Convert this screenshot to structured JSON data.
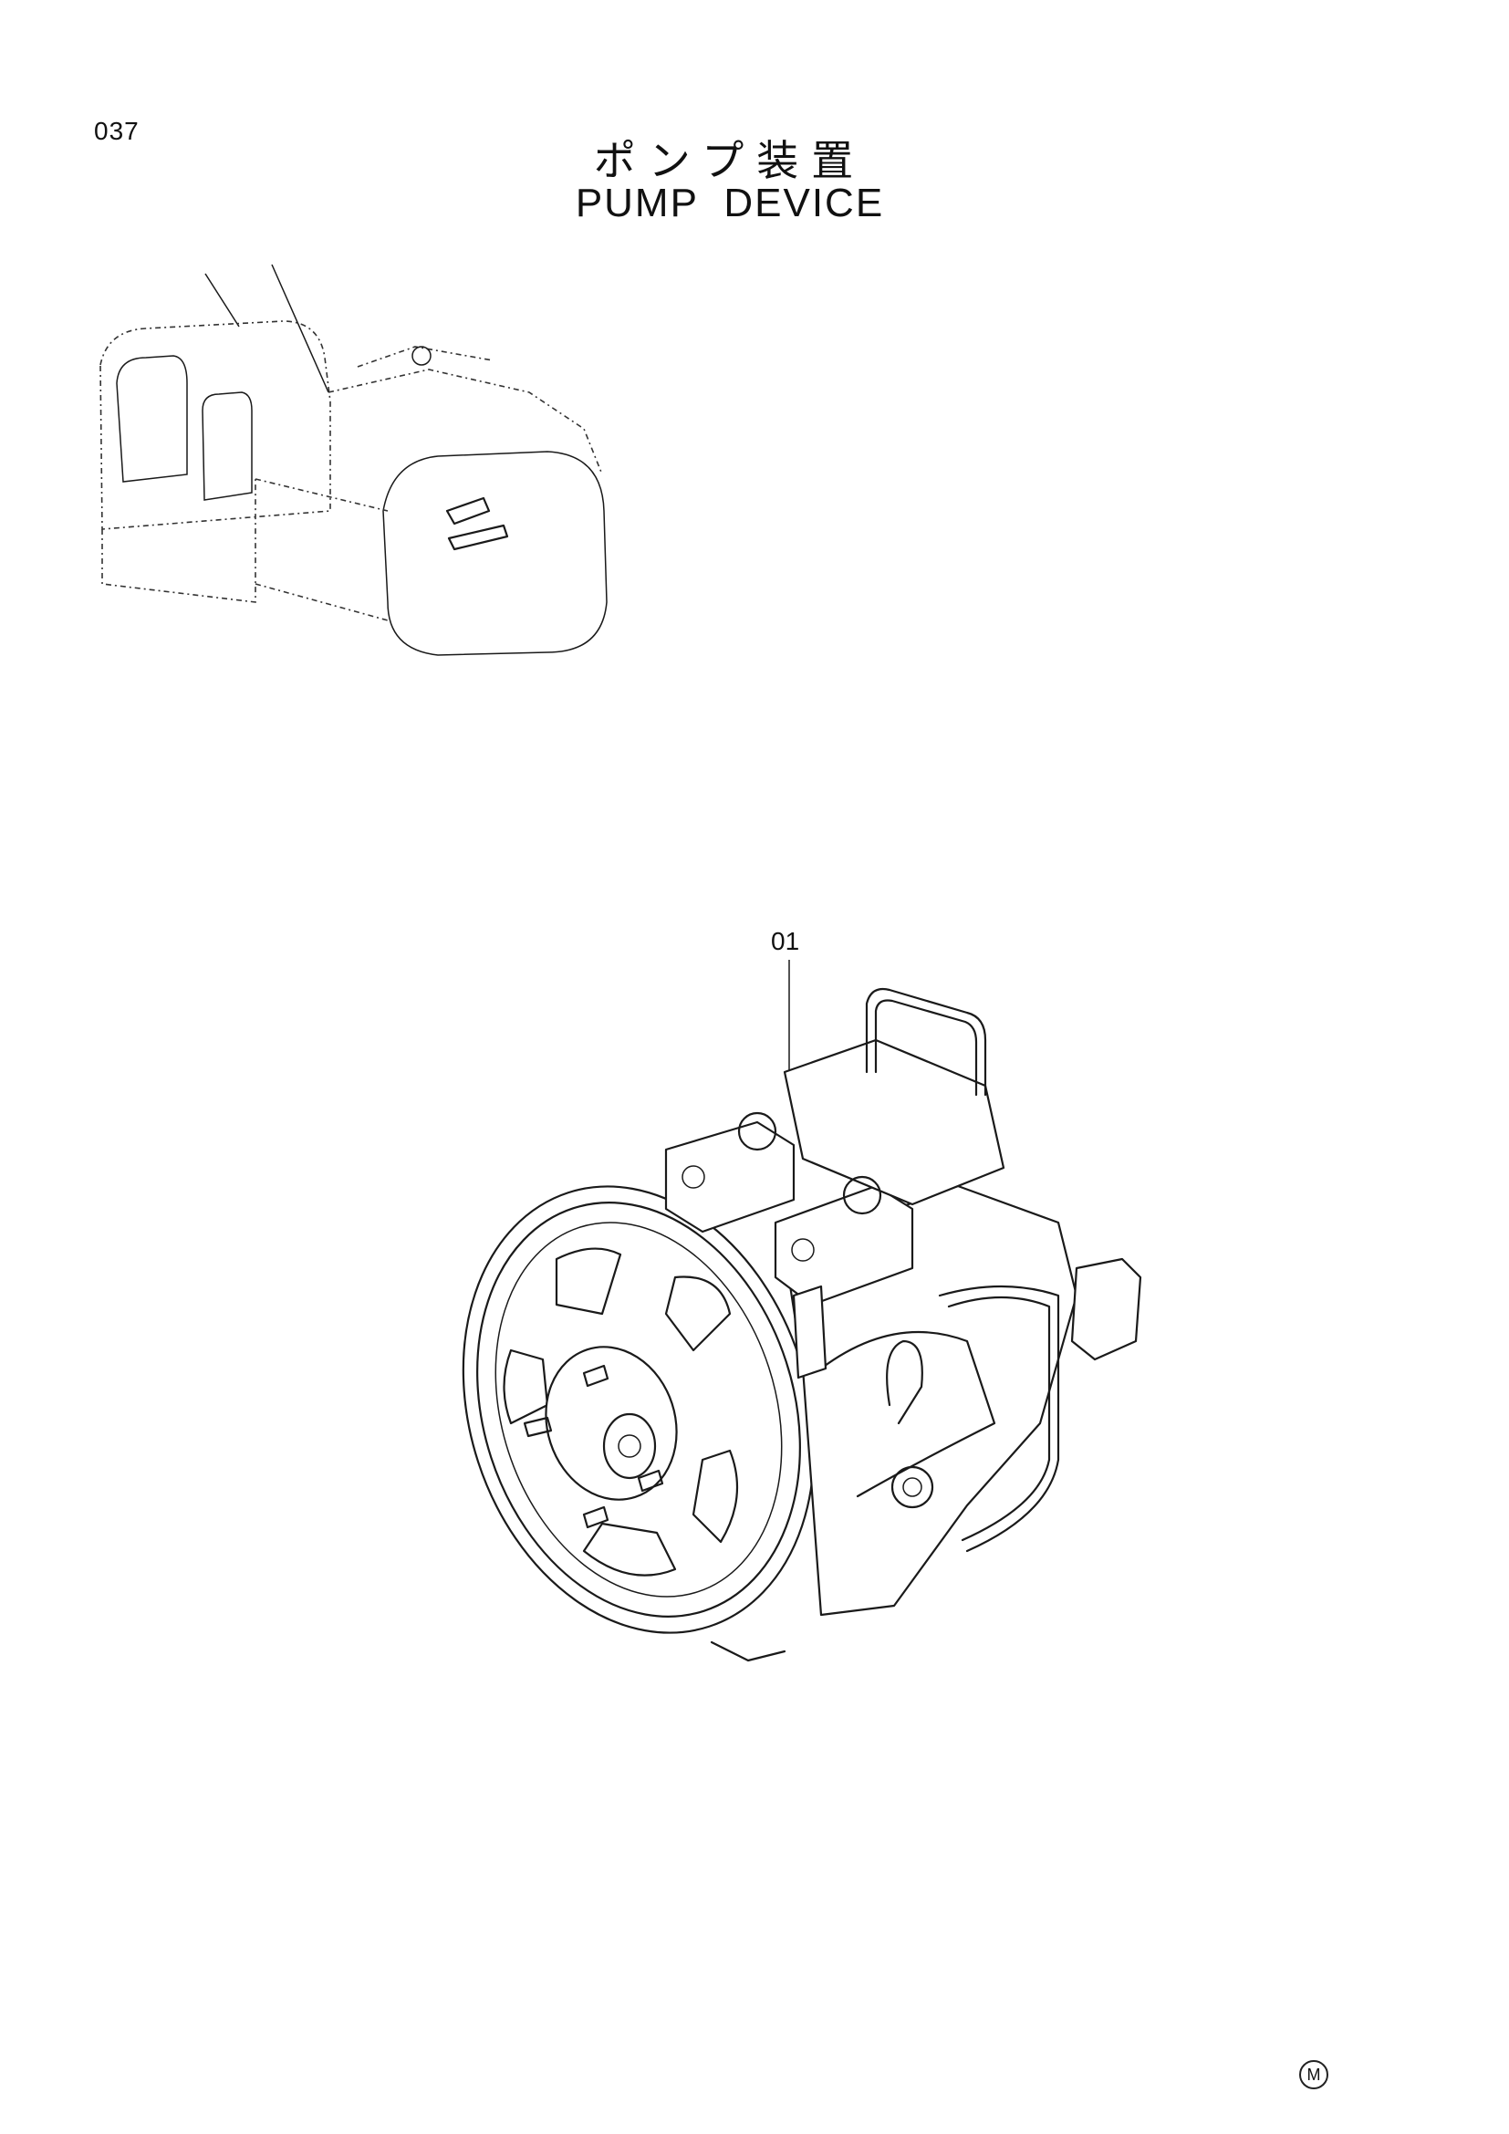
{
  "page": {
    "number": "037",
    "title_jp": "ポンプ装置",
    "title_en": "PUMP DEVICE"
  },
  "callouts": [
    {
      "label": "01"
    }
  ],
  "footer": {
    "mark": "M"
  }
}
